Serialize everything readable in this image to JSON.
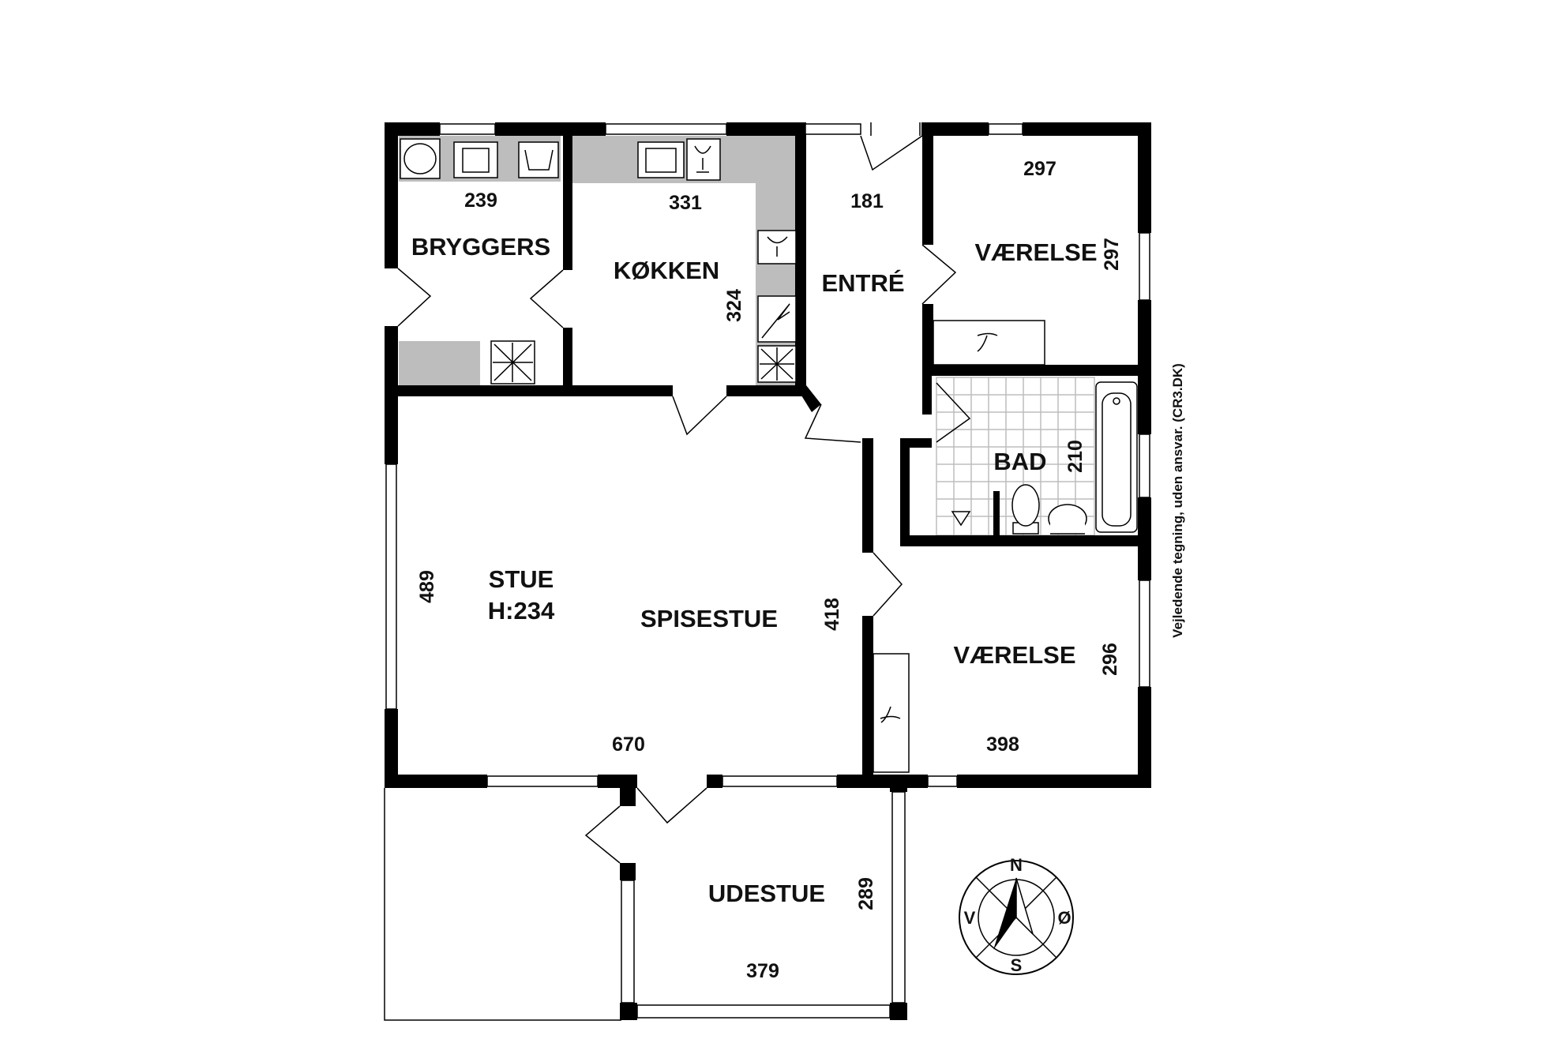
{
  "rooms": {
    "bryggers": "BRYGGERS",
    "kokken": "KØKKEN",
    "entre": "ENTRÉ",
    "vaerelse_1": "VÆRELSE",
    "bad": "BAD",
    "stue": "STUE",
    "stue_height": "H:234",
    "spisestue": "SPISESTUE",
    "vaerelse_2": "VÆRELSE",
    "udestue": "UDESTUE"
  },
  "dimensions": {
    "bryggers_width": "239",
    "kokken_width": "331",
    "kokken_depth": "324",
    "entre_width": "181",
    "vaerelse_1_width": "297",
    "vaerelse_1_depth": "297",
    "bad_depth": "210",
    "stue_depth": "489",
    "spisestue_depth": "418",
    "stue_width": "670",
    "vaerelse_2_depth": "296",
    "vaerelse_2_width": "398",
    "udestue_depth": "289",
    "udestue_width": "379"
  },
  "compass": {
    "north": "N",
    "south": "S",
    "west": "V",
    "east": "Ø"
  },
  "disclaimer": "Vejledende tegning, uden ansvar. (CR3.DK)",
  "colors": {
    "wall": "#000000",
    "counter": "#bdbdbd",
    "window": "#ffffff"
  }
}
